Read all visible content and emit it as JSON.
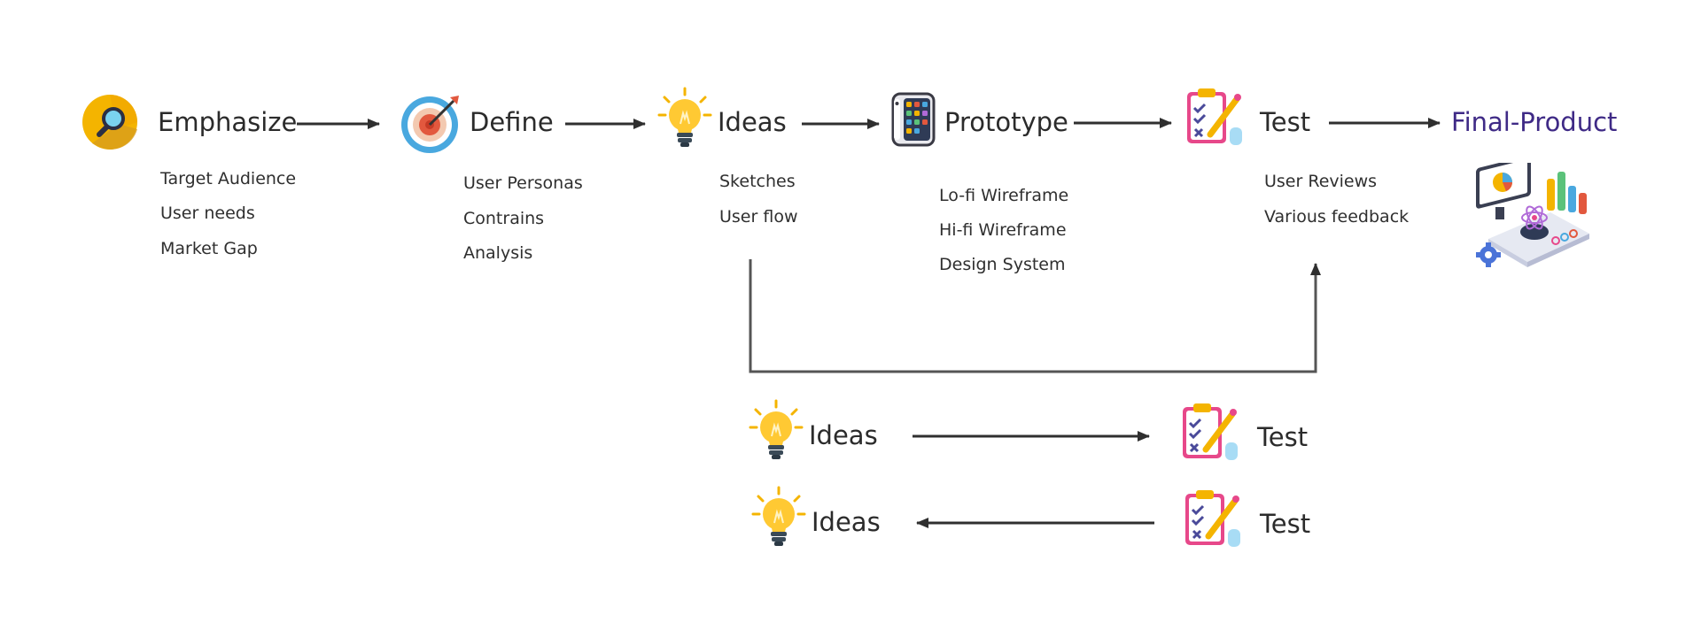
{
  "stages": [
    {
      "label": "Emphasize",
      "icon": "magnifier-icon",
      "items": [
        "Target Audience",
        "User needs",
        "Market Gap"
      ]
    },
    {
      "label": "Define",
      "icon": "target-icon",
      "items": [
        "User Personas",
        "Contrains",
        "Analysis"
      ]
    },
    {
      "label": "Ideas",
      "icon": "lightbulb-icon",
      "items": [
        "Sketches",
        "User flow"
      ]
    },
    {
      "label": "Prototype",
      "icon": "smartphone-icon",
      "items": [
        "Lo-fi Wireframe",
        "Hi-fi Wireframe",
        "Design System"
      ]
    },
    {
      "label": "Test",
      "icon": "checklist-icon",
      "items": [
        "User Reviews",
        "Various feedback"
      ]
    },
    {
      "label": "Final-Product",
      "icon": "analytics-dashboard-icon",
      "items": []
    }
  ],
  "loop": [
    {
      "from": "Ideas",
      "to": "Test"
    },
    {
      "from": "Test",
      "to": "Ideas"
    }
  ],
  "colors": {
    "final_product": "#3f2a86",
    "arrow": "#2f2f2f",
    "connector": "#555555"
  }
}
